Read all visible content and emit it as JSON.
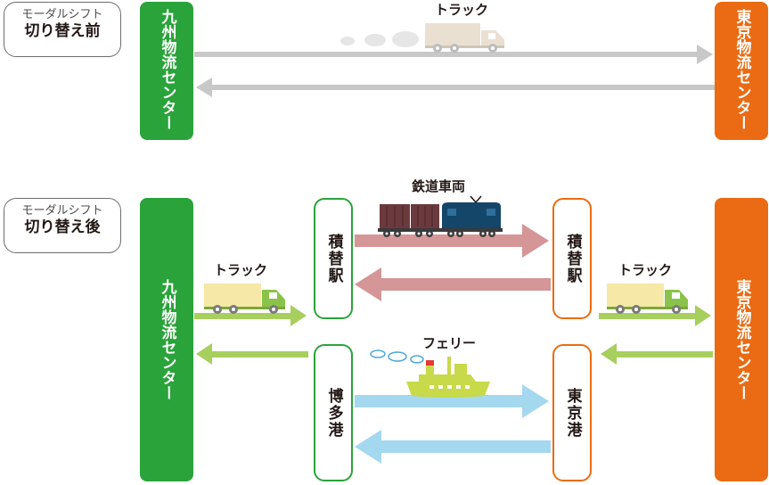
{
  "before": {
    "tag_sub": "モーダルシフト",
    "tag_main": "切り替え前",
    "left_center": "九州物流センター",
    "right_center": "東京物流センター",
    "vehicle_label": "トラック"
  },
  "after": {
    "tag_sub": "モーダルシフト",
    "tag_main": "切り替え後",
    "left_center": "九州物流センター",
    "right_center": "東京物流センター",
    "rail_label": "鉄道車両",
    "ferry_label": "フェリー",
    "truck_left_label": "トラック",
    "truck_right_label": "トラック",
    "station_left_top": "積替駅",
    "station_right_top": "積替駅",
    "port_left": "博多港",
    "port_right": "東京港"
  },
  "colors": {
    "kyushu_green": "#2aa33a",
    "tokyo_orange": "#ea6b13",
    "arrow_gray": "#c8c8c8",
    "arrow_green": "#a7cf5e",
    "arrow_rail": "#d49696",
    "arrow_ferry": "#a4d8ef"
  }
}
